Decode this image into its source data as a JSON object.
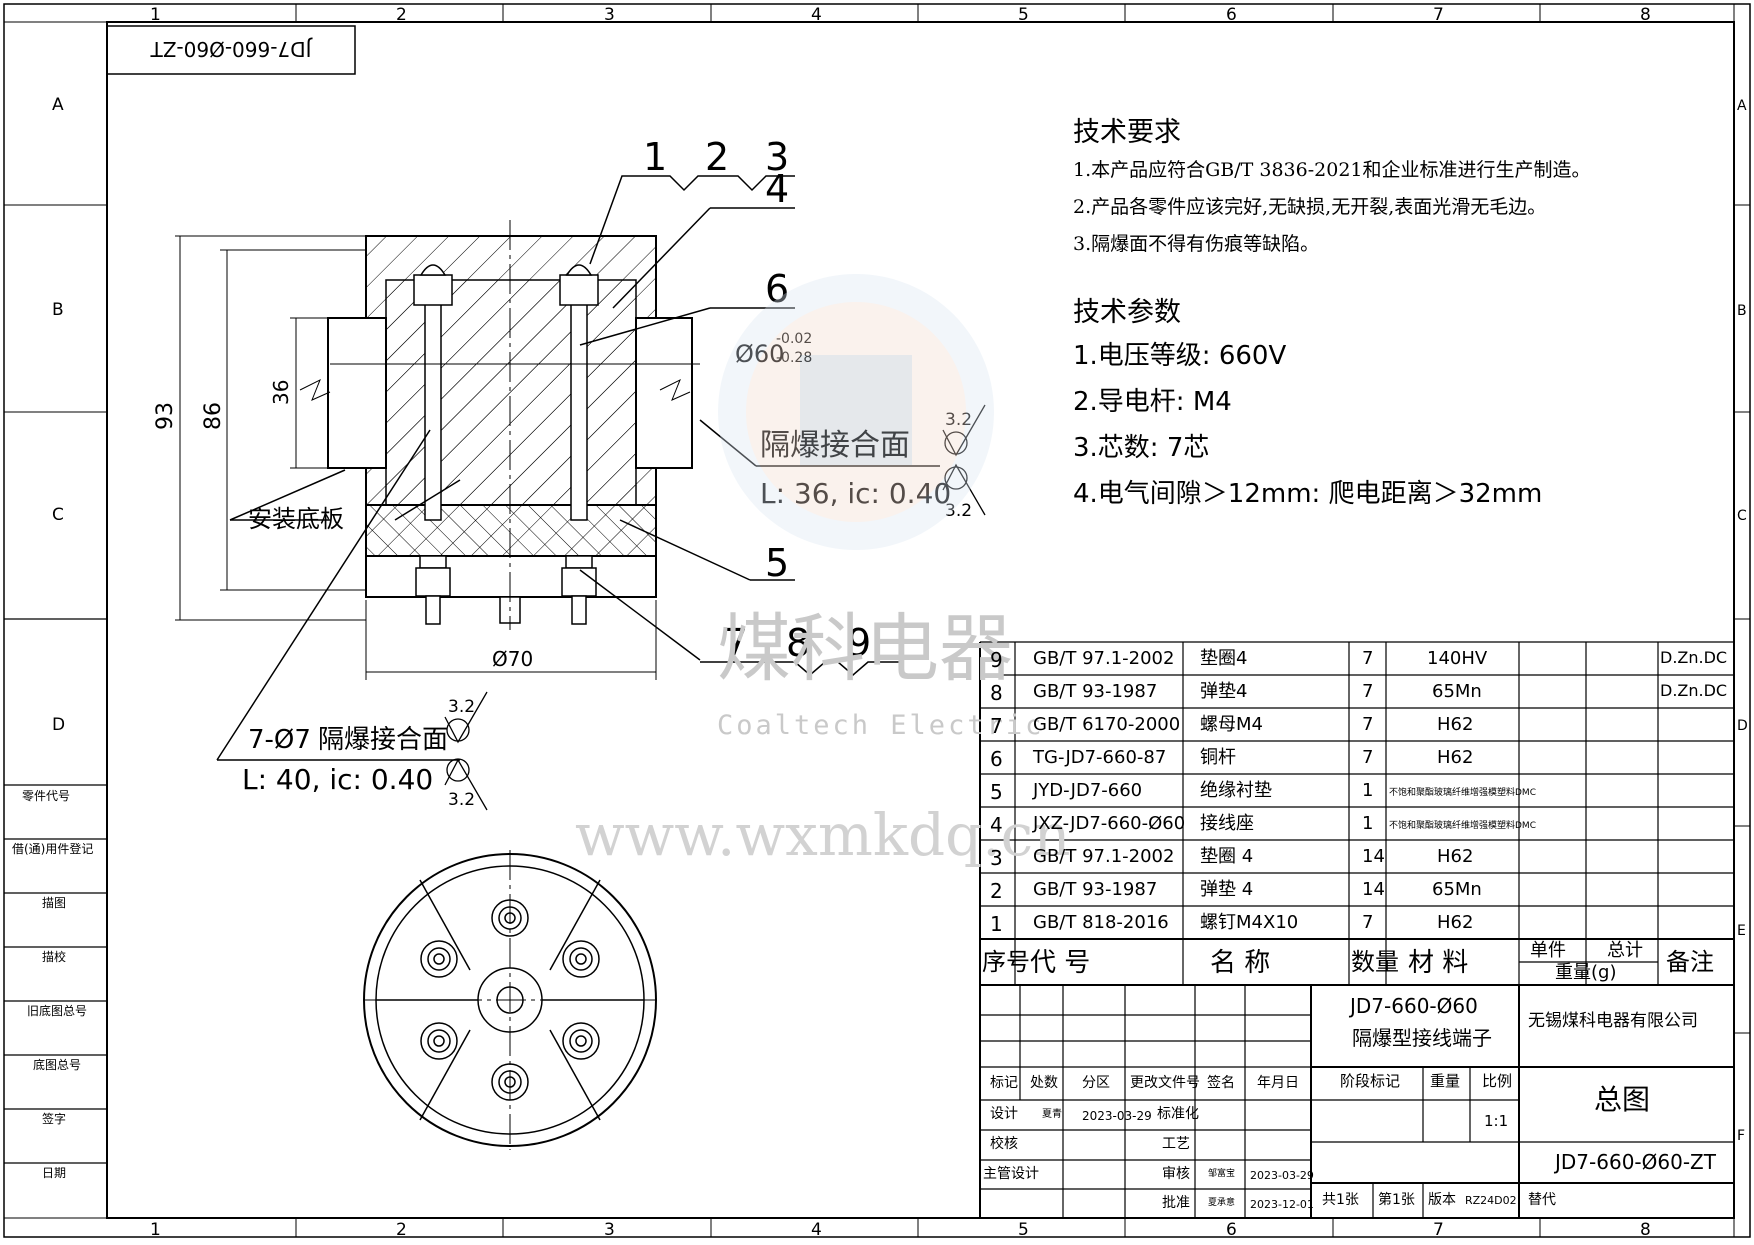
{
  "drawing_code_mirrored": "JD7-660-Ø60-ZT",
  "column_markers": [
    "1",
    "2",
    "3",
    "4",
    "5",
    "6",
    "7",
    "8"
  ],
  "row_markers": [
    "A",
    "B",
    "C",
    "D",
    "E",
    "F"
  ],
  "balloons": {
    "b1": "1",
    "b2": "2",
    "b3": "3",
    "b4": "4",
    "b5": "5",
    "b6": "6",
    "b7": "7",
    "b8": "8",
    "b9": "9"
  },
  "dimensions": {
    "h93": "93",
    "h86": "86",
    "h36": "36",
    "d70": "Ø70",
    "d60": "Ø60",
    "d60_upper": "-0.02",
    "d60_lower": "-0.28",
    "roughness": "3.2"
  },
  "annotations": {
    "flame_joint_1_title": "隔爆接合面",
    "flame_joint_1_params": "L: 36, ic: 0.40",
    "mount_plate": "安装底板",
    "flame_joint_2_holes": "7-Ø7",
    "flame_joint_2_title": "隔爆接合面",
    "flame_joint_2_params": "L: 40, ic: 0.40"
  },
  "tech_requirements": {
    "title": "技术要求",
    "items": [
      "1.本产品应符合GB/T 3836-2021和企业标准进行生产制造。",
      "2.产品各零件应该完好,无缺损,无开裂,表面光滑无毛边。",
      "3.隔爆面不得有伤痕等缺陷。"
    ]
  },
  "tech_params": {
    "title": "技术参数",
    "items": [
      "1.电压等级: 660V",
      "2.导电杆: M4",
      "3.芯数: 7芯",
      "4.电气间隙＞12mm: 爬电距离＞32mm"
    ]
  },
  "watermark": {
    "cn": "煤科电器",
    "en": "Coaltech Electric",
    "url": "www.wxmkdq.cn"
  },
  "left_strip": [
    "零件代号",
    "借(通)用件登记",
    "描图",
    "描校",
    "旧底图总号",
    "底图总号",
    "签字",
    "日期"
  ],
  "bom": {
    "rows": [
      {
        "no": "9",
        "code": "GB/T 97.1-2002",
        "name": "垫圈4",
        "qty": "7",
        "material": "140HV",
        "unit": "",
        "total": "",
        "note": "D.Zn.DC"
      },
      {
        "no": "8",
        "code": "GB/T 93-1987",
        "name": "弹垫4",
        "qty": "7",
        "material": "65Mn",
        "unit": "",
        "total": "",
        "note": "D.Zn.DC"
      },
      {
        "no": "7",
        "code": "GB/T 6170-2000",
        "name": "螺母M4",
        "qty": "7",
        "material": "H62",
        "unit": "",
        "total": "",
        "note": ""
      },
      {
        "no": "6",
        "code": "TG-JD7-660-87",
        "name": "铜杆",
        "qty": "7",
        "material": "H62",
        "unit": "",
        "total": "",
        "note": ""
      },
      {
        "no": "5",
        "code": "JYD-JD7-660",
        "name": "绝缘衬垫",
        "qty": "1",
        "material": "不饱和聚酯玻璃纤维增强模塑料DMC",
        "unit": "",
        "total": "",
        "note": ""
      },
      {
        "no": "4",
        "code": "JXZ-JD7-660-Ø60",
        "name": "接线座",
        "qty": "1",
        "material": "不饱和聚酯玻璃纤维增强模塑料DMC",
        "unit": "",
        "total": "",
        "note": ""
      },
      {
        "no": "3",
        "code": "GB/T 97.1-2002",
        "name": "垫圈 4",
        "qty": "14",
        "material": "H62",
        "unit": "",
        "total": "",
        "note": ""
      },
      {
        "no": "2",
        "code": "GB/T 93-1987",
        "name": "弹垫 4",
        "qty": "14",
        "material": "65Mn",
        "unit": "",
        "total": "",
        "note": ""
      },
      {
        "no": "1",
        "code": "GB/T 818-2016",
        "name": "螺钉M4X10",
        "qty": "7",
        "material": "H62",
        "unit": "",
        "total": "",
        "note": ""
      }
    ],
    "header": {
      "no": "序号",
      "code": "代  号",
      "name": "名  称",
      "qty": "数量",
      "material": "材  料",
      "unit": "单件",
      "total": "总计",
      "weight": "重量(g)",
      "note": "备注"
    }
  },
  "title_block": {
    "model": "JD7-660-Ø60",
    "product": "隔爆型接线端子",
    "company": "无锡煤科电器有限公司",
    "labels": {
      "mark": "标记",
      "count": "处数",
      "zone": "分区",
      "change_doc": "更改文件号",
      "sign": "签名",
      "date": "年月日",
      "design": "设计",
      "std": "标准化",
      "check": "校核",
      "process": "工艺",
      "chief": "主管设计",
      "review": "审核",
      "approve": "批准",
      "stage": "阶段标记",
      "weight": "重量",
      "scale": "比例"
    },
    "designer": "夏青",
    "design_date": "2023-03-29",
    "reviewer": "邹富宝",
    "review_date": "2023-03-29",
    "approver": "夏承意",
    "approve_date": "2023-12-01",
    "scale": "1:1",
    "drawing_name": "总图",
    "drawing_no": "JD7-660-Ø60-ZT",
    "sheets_total": "共1张",
    "sheet_no": "第1张",
    "version_label": "版本",
    "version": "RZ24D02",
    "replace": "替代"
  }
}
